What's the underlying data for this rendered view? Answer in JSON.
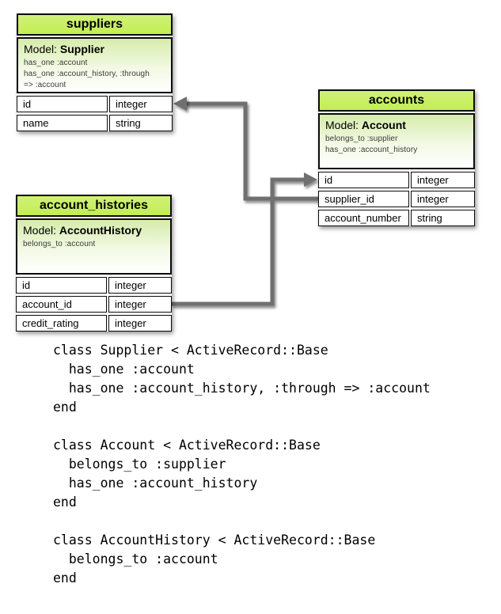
{
  "colors": {
    "header_green": "#c6ef5e",
    "model_gradient_top": "#d6ecaa",
    "connector_gray": "#6f6f6f",
    "border_black": "#0b0b0b"
  },
  "tables": [
    {
      "title": "suppliers",
      "model_label": "Model:",
      "model_name": "Supplier",
      "associations": [
        "has_one :account",
        "has_one :account_history, :through",
        "=> :account"
      ],
      "rows": [
        {
          "field": "id",
          "type": "integer"
        },
        {
          "field": "name",
          "type": "string"
        }
      ]
    },
    {
      "title": "accounts",
      "model_label": "Model:",
      "model_name": "Account",
      "associations": [
        "belongs_to :supplier",
        "has_one :account_history"
      ],
      "rows": [
        {
          "field": "id",
          "type": "integer"
        },
        {
          "field": "supplier_id",
          "type": "integer"
        },
        {
          "field": "account_number",
          "type": "string"
        }
      ]
    },
    {
      "title": "account_histories",
      "model_label": "Model:",
      "model_name": "AccountHistory",
      "associations": [
        "belongs_to :account"
      ],
      "rows": [
        {
          "field": "id",
          "type": "integer"
        },
        {
          "field": "account_id",
          "type": "integer"
        },
        {
          "field": "credit_rating",
          "type": "integer"
        }
      ]
    }
  ],
  "code": {
    "text": "class Supplier < ActiveRecord::Base\n  has_one :account\n  has_one :account_history, :through => :account\nend\n\nclass Account < ActiveRecord::Base\n  belongs_to :supplier\n  has_one :account_history\nend\n\nclass AccountHistory < ActiveRecord::Base\n  belongs_to :account\nend"
  }
}
